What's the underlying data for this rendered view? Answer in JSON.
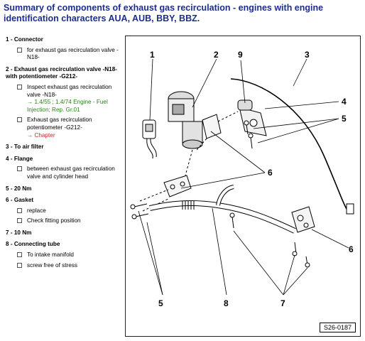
{
  "title": "Summary of components of exhaust gas recirculation - engines with engine identification characters AUA, AUB, BBY, BBZ.",
  "legend": {
    "items": [
      {
        "num": "1 - ",
        "label": "Connector",
        "subs": [
          {
            "text": "for exhaust gas recirculation valve -N18-"
          }
        ]
      },
      {
        "num": "2 - ",
        "label": "Exhaust gas recirculation valve -N18- with potentiometer -G212-",
        "subs": [
          {
            "text": "Inspect exhaust gas recirculation valve -N18-",
            "link": "→ 1.4/55 ; 1.4/74 Engine - Fuel Injection; Rep. Gr.01"
          },
          {
            "text": "Exhaust gas recirculation potentiometer -G212-",
            "chapter": "→ Chapter"
          }
        ]
      },
      {
        "num": "3 - ",
        "label": "To air filter",
        "subs": []
      },
      {
        "num": "4 - ",
        "label": "Flange",
        "subs": [
          {
            "text": "between exhaust gas recirculation valve and cylinder head"
          }
        ]
      },
      {
        "num": "5 - ",
        "label": "20 Nm",
        "subs": []
      },
      {
        "num": "6 - ",
        "label": "Gasket",
        "subs": [
          {
            "text": "replace"
          },
          {
            "text": "Check fitting position"
          }
        ]
      },
      {
        "num": "7 - ",
        "label": "10 Nm",
        "subs": []
      },
      {
        "num": "8 - ",
        "label": "Connecting tube",
        "subs": [
          {
            "text": "To intake manifold"
          },
          {
            "text": "screw free of stress"
          }
        ]
      }
    ]
  },
  "diagram": {
    "callouts": [
      "1",
      "2",
      "9",
      "3",
      "4",
      "5",
      "6",
      "6",
      "5",
      "8",
      "7"
    ],
    "reference": "S26-0187"
  }
}
